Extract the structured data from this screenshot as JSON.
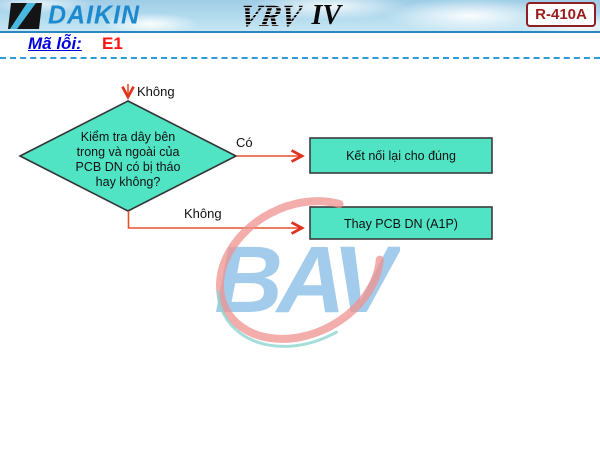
{
  "header": {
    "brand": "DAIKIN",
    "product": "VRV",
    "product_generation": "IV",
    "refrigerant_badge": "R-410A"
  },
  "error": {
    "label": "Mã lỗi:",
    "code": "E1"
  },
  "flowchart": {
    "top_branch_label": "Không",
    "decision": {
      "lines": [
        "Kiểm tra dây bên",
        "trong và ngoài của",
        "PCB DN có bị tháo",
        "hay không?"
      ]
    },
    "yes_label": "Có",
    "yes_action": "Kết nối lại cho đúng",
    "no_label": "Không",
    "no_action": "Thay PCB DN (A1P)"
  },
  "watermark": {
    "text": "BAV"
  },
  "colors": {
    "node_fill": "#50e4c4",
    "node_border": "#333333",
    "arrow": "#e8502a",
    "arrowhead": "#e0321e",
    "brand_blue": "#1d89ce",
    "badge_red": "#9b1b1f",
    "error_label_blue": "#0000dd",
    "error_code_red": "#ff1111",
    "dashed_rule_blue": "#2e9bd6",
    "watermark_blue": "#8fc2e8",
    "watermark_swoosh_pink": "#ef928e",
    "watermark_swoosh_teal": "#8fd4ce"
  }
}
